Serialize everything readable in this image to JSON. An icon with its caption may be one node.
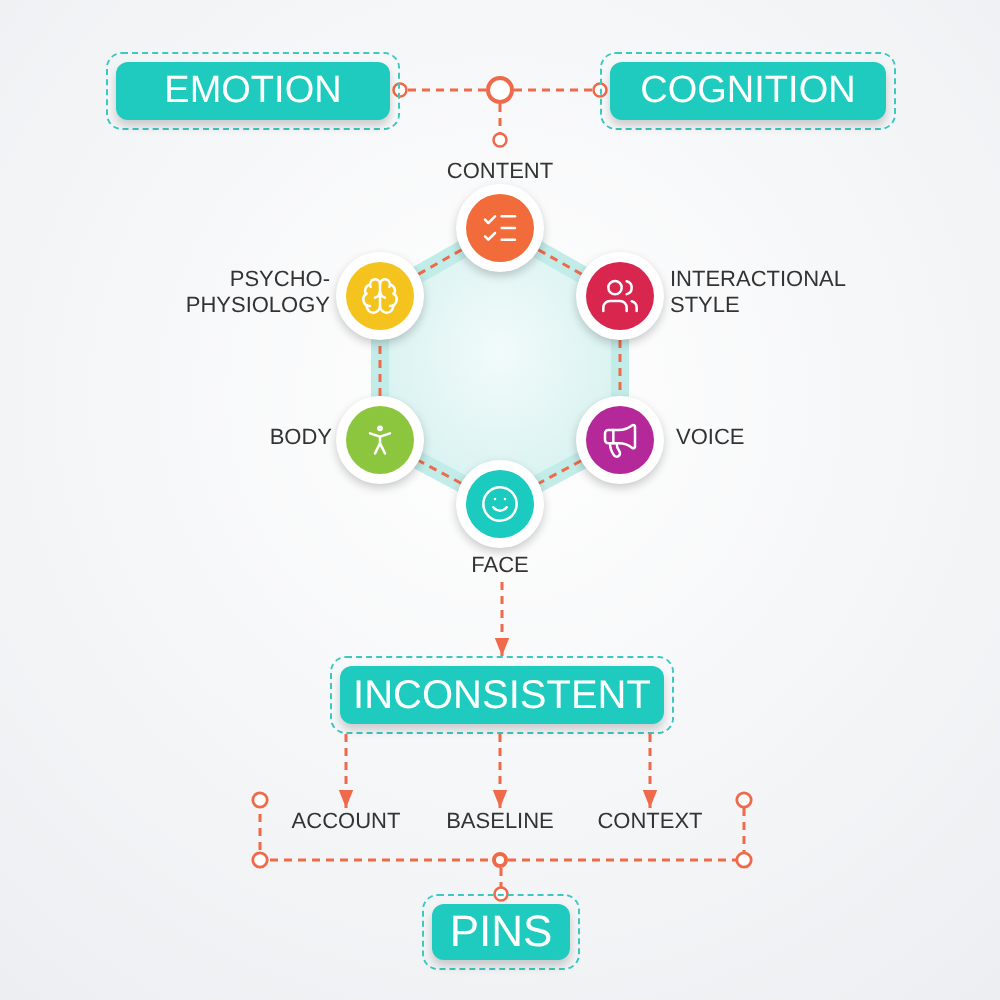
{
  "diagram": {
    "nodes": [
      {
        "text": [
          "EMOTION"
        ]
      },
      {
        "text": [],
        "shape": "circle"
      },
      {
        "text": [
          "COGNITION"
        ]
      },
      {
        "text": [
          "CONTENT"
        ]
      },
      {
        "text": [
          "INTERACTIONAL STYLE"
        ]
      },
      {
        "text": [
          "VOICE"
        ]
      },
      {
        "text": [
          "FACE"
        ]
      },
      {
        "text": [
          "BODY"
        ]
      },
      {
        "text": [
          "PSYCHO- PHYSIOLOGY"
        ]
      },
      {
        "text": [
          "INCONSISTENT"
        ]
      },
      {
        "text": [
          "ACCOUNT"
        ]
      },
      {
        "text": [
          "BASELINE"
        ]
      },
      {
        "text": [
          "CONTEXT"
        ]
      },
      {
        "text": [],
        "shape": "circle"
      },
      {
        "text": [
          "PINS"
        ]
      }
    ],
    "edges": [
      {
        "from": 1,
        "to": 0,
        "arrow": "other",
        "style": "dashed"
      },
      {
        "from": 1,
        "to": 2,
        "arrow": "other",
        "style": "dashed"
      },
      {
        "from": 1,
        "to": 3,
        "arrow": "other",
        "style": "dashed"
      },
      {
        "from": 3,
        "to": 4,
        "arrow": "none",
        "style": "dashed"
      },
      {
        "from": 4,
        "to": 5,
        "arrow": "none",
        "style": "dashed"
      },
      {
        "from": 5,
        "to": 6,
        "arrow": "none",
        "style": "dashed"
      },
      {
        "from": 6,
        "to": 7,
        "arrow": "none",
        "style": "dashed"
      },
      {
        "from": 7,
        "to": 8,
        "arrow": "none",
        "style": "dashed"
      },
      {
        "from": 8,
        "to": 3,
        "arrow": "none",
        "style": "dashed"
      },
      {
        "from": 6,
        "to": 9,
        "arrow": "to",
        "style": "dashed"
      },
      {
        "from": 9,
        "to": 10,
        "arrow": "to",
        "style": "dashed"
      },
      {
        "from": 9,
        "to": 11,
        "arrow": "to",
        "style": "dashed"
      },
      {
        "from": 9,
        "to": 12,
        "arrow": "to",
        "style": "dashed"
      },
      {
        "from": 13,
        "to": 14,
        "arrow": "other",
        "style": "dashed"
      }
    ]
  }
}
